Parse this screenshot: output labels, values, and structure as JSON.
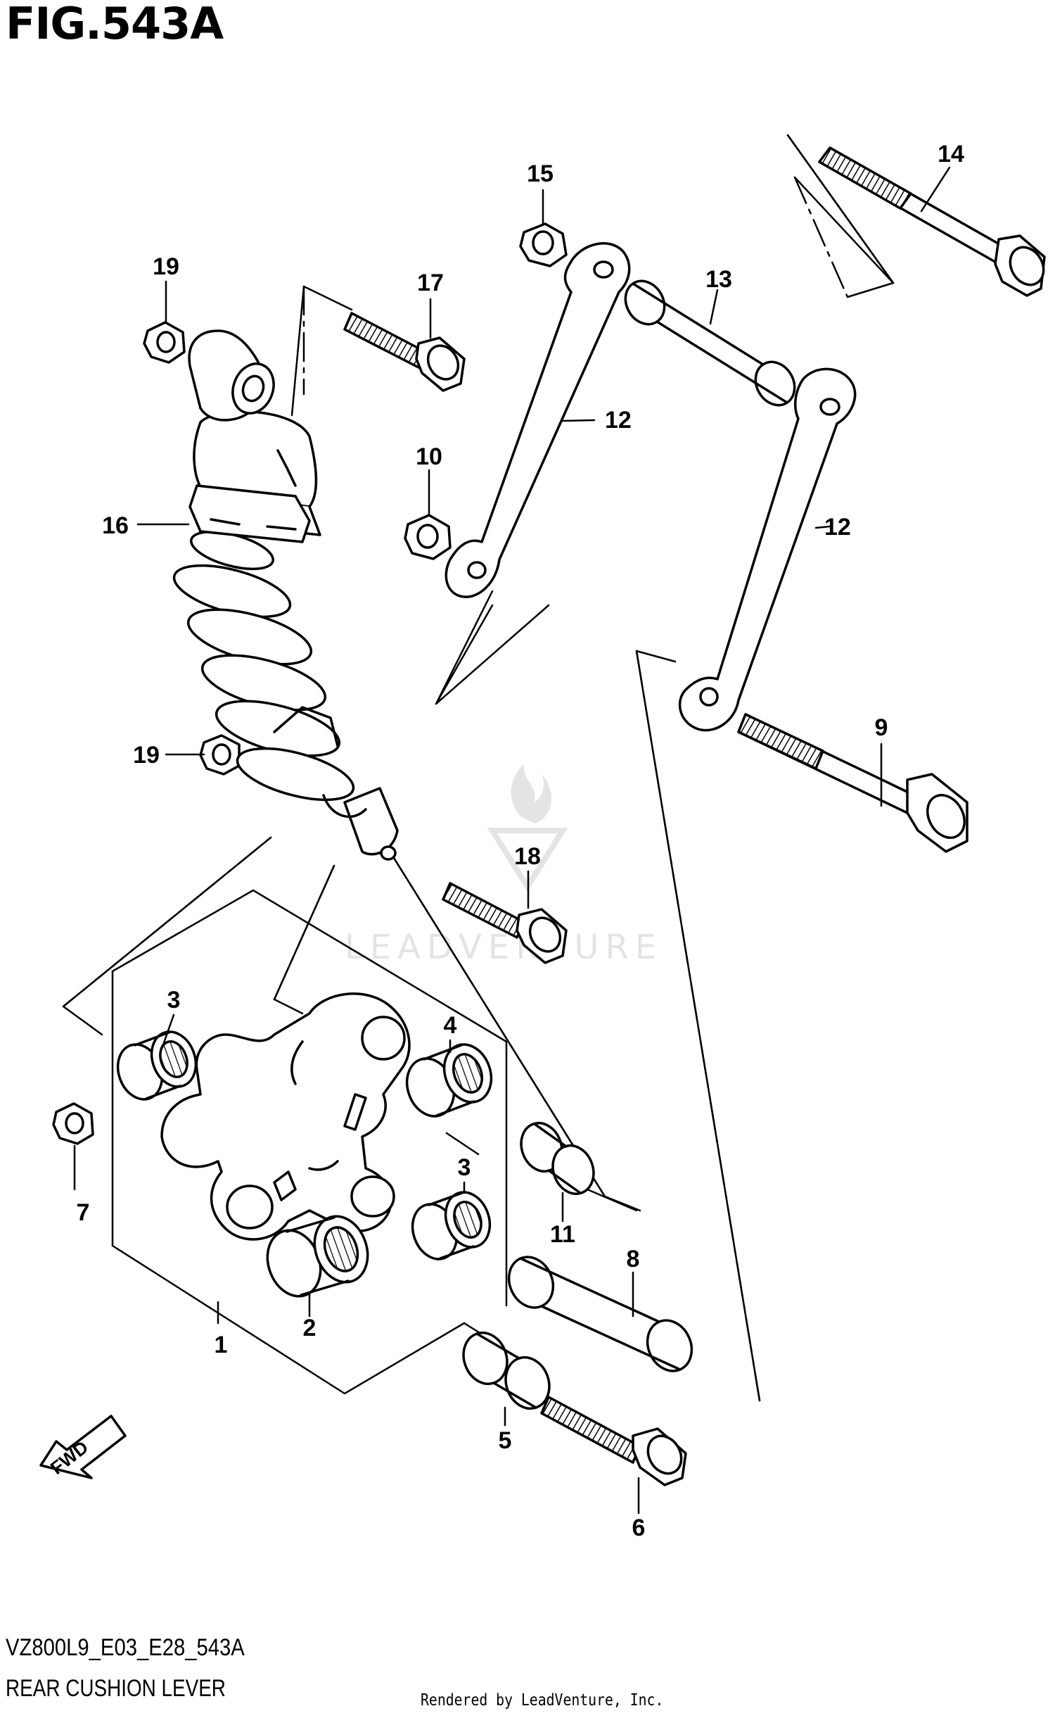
{
  "figure": {
    "title": "FIG.543A",
    "code": "VZ800L9_E03_E28_543A",
    "name": "REAR CUSHION LEVER"
  },
  "watermark": {
    "text": "LEADVENTURE"
  },
  "direction_label": "FWD",
  "rendered_by": "Rendered by LeadVenture, Inc.",
  "callouts": [
    {
      "id": "c1",
      "label": "1"
    },
    {
      "id": "c2",
      "label": "2"
    },
    {
      "id": "c3a",
      "label": "3"
    },
    {
      "id": "c3b",
      "label": "3"
    },
    {
      "id": "c4",
      "label": "4"
    },
    {
      "id": "c5",
      "label": "5"
    },
    {
      "id": "c6",
      "label": "6"
    },
    {
      "id": "c7",
      "label": "7"
    },
    {
      "id": "c8",
      "label": "8"
    },
    {
      "id": "c9",
      "label": "9"
    },
    {
      "id": "c10",
      "label": "10"
    },
    {
      "id": "c11",
      "label": "11"
    },
    {
      "id": "c12a",
      "label": "12"
    },
    {
      "id": "c12b",
      "label": "12"
    },
    {
      "id": "c13",
      "label": "13"
    },
    {
      "id": "c14",
      "label": "14"
    },
    {
      "id": "c15",
      "label": "15"
    },
    {
      "id": "c16",
      "label": "16"
    },
    {
      "id": "c17",
      "label": "17"
    },
    {
      "id": "c18",
      "label": "18"
    },
    {
      "id": "c19a",
      "label": "19"
    },
    {
      "id": "c19b",
      "label": "19"
    }
  ],
  "colors": {
    "ink": "#000000",
    "paper": "#ffffff",
    "watermark": "#e4e4e4"
  }
}
